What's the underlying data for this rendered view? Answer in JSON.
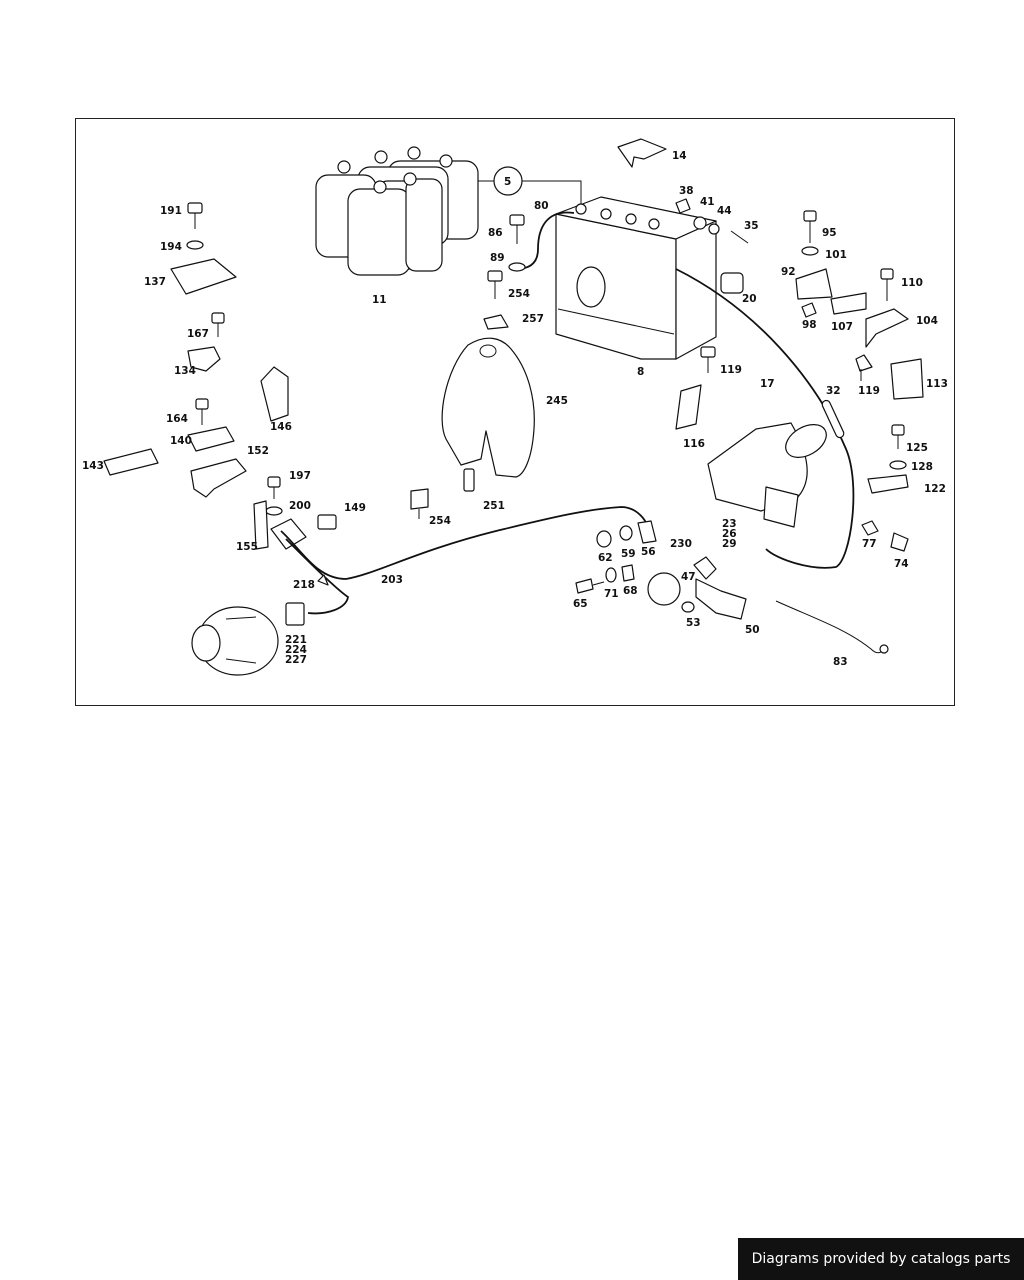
{
  "diagram": {
    "callouts": [
      "5",
      "11",
      "14",
      "8",
      "80",
      "86",
      "89",
      "254",
      "257",
      "38",
      "41",
      "44",
      "35",
      "20",
      "95",
      "101",
      "92",
      "110",
      "98",
      "107",
      "104",
      "119",
      "113",
      "191",
      "194",
      "137",
      "167",
      "134",
      "146",
      "164",
      "140",
      "152",
      "143",
      "197",
      "200",
      "149",
      "155",
      "245",
      "251",
      "254",
      "17",
      "32",
      "116",
      "119",
      "125",
      "128",
      "122",
      "23",
      "26",
      "29",
      "230",
      "62",
      "59",
      "56",
      "77",
      "74",
      "47",
      "65",
      "71",
      "68",
      "53",
      "50",
      "83",
      "218",
      "203",
      "221",
      "224",
      "227"
    ]
  },
  "footer": {
    "credit": "Diagrams provided by catalogs parts"
  }
}
